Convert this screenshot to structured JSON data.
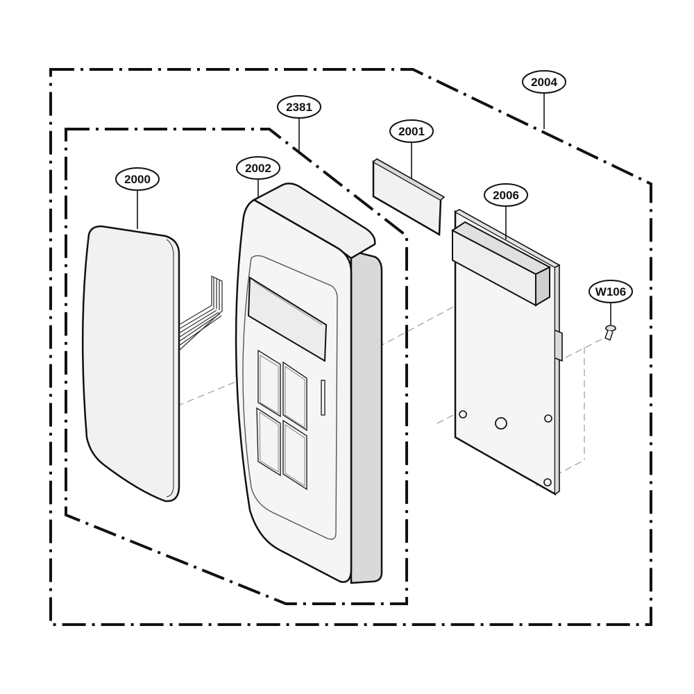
{
  "callouts": {
    "c2004": "2004",
    "c2381": "2381",
    "c2001": "2001",
    "c2002": "2002",
    "c2000": "2000",
    "c2006": "2006",
    "cW106": "W106"
  },
  "colors": {
    "line": "#111111",
    "panel_fill": "#f1f1f1",
    "shadow_fill": "#d9d9d9",
    "leader": "#9a9a9a"
  }
}
